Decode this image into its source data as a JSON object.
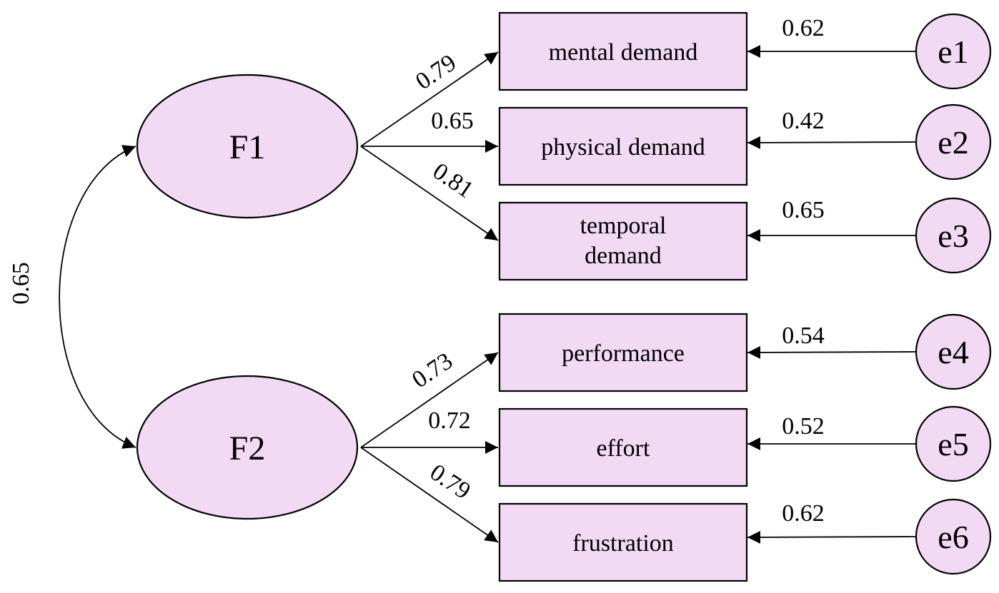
{
  "colors": {
    "node_fill": "#f2d9f4",
    "stroke": "#000000",
    "background": "#ffffff"
  },
  "factors": [
    {
      "id": "F1",
      "label": "F1"
    },
    {
      "id": "F2",
      "label": "F2"
    }
  ],
  "correlation": {
    "label": "0.65"
  },
  "observed": [
    {
      "id": "mental",
      "lines": [
        "mental demand"
      ],
      "loading": "0.79",
      "error": "e1",
      "error_value": "0.62"
    },
    {
      "id": "physical",
      "lines": [
        "physical demand"
      ],
      "loading": "0.65",
      "error": "e2",
      "error_value": "0.42"
    },
    {
      "id": "temporal",
      "lines": [
        "temporal",
        "demand"
      ],
      "loading": "0.81",
      "error": "e3",
      "error_value": "0.65"
    },
    {
      "id": "performance",
      "lines": [
        "performance"
      ],
      "loading": "0.73",
      "error": "e4",
      "error_value": "0.54"
    },
    {
      "id": "effort",
      "lines": [
        "effort"
      ],
      "loading": "0.72",
      "error": "e5",
      "error_value": "0.52"
    },
    {
      "id": "frustration",
      "lines": [
        "frustration"
      ],
      "loading": "0.79",
      "error": "e6",
      "error_value": "0.62"
    }
  ]
}
